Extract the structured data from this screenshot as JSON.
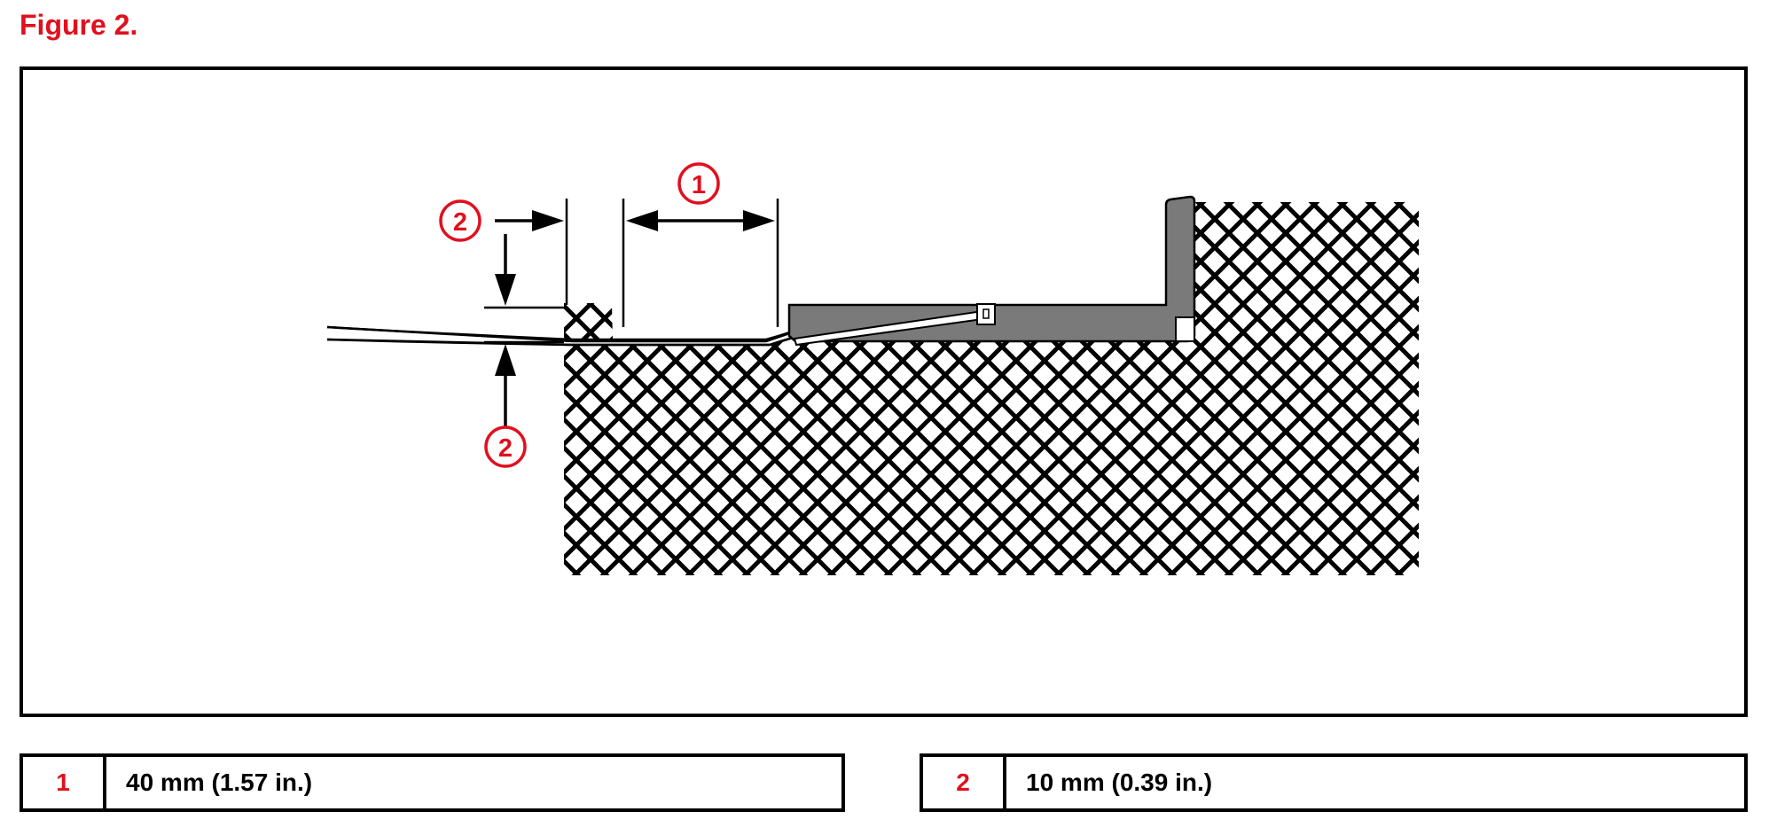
{
  "figure": {
    "title": "Figure 2."
  },
  "colors": {
    "accent": "#e0101e",
    "line": "#000000",
    "part_fill": "#7a7a7a"
  },
  "callouts": [
    {
      "id": "1",
      "label": "1"
    },
    {
      "id": "2",
      "label": "2"
    }
  ],
  "legend": [
    {
      "num": "1",
      "text": "40 mm (1.57 in.)"
    },
    {
      "num": "2",
      "text": "10 mm (0.39 in.)"
    }
  ]
}
